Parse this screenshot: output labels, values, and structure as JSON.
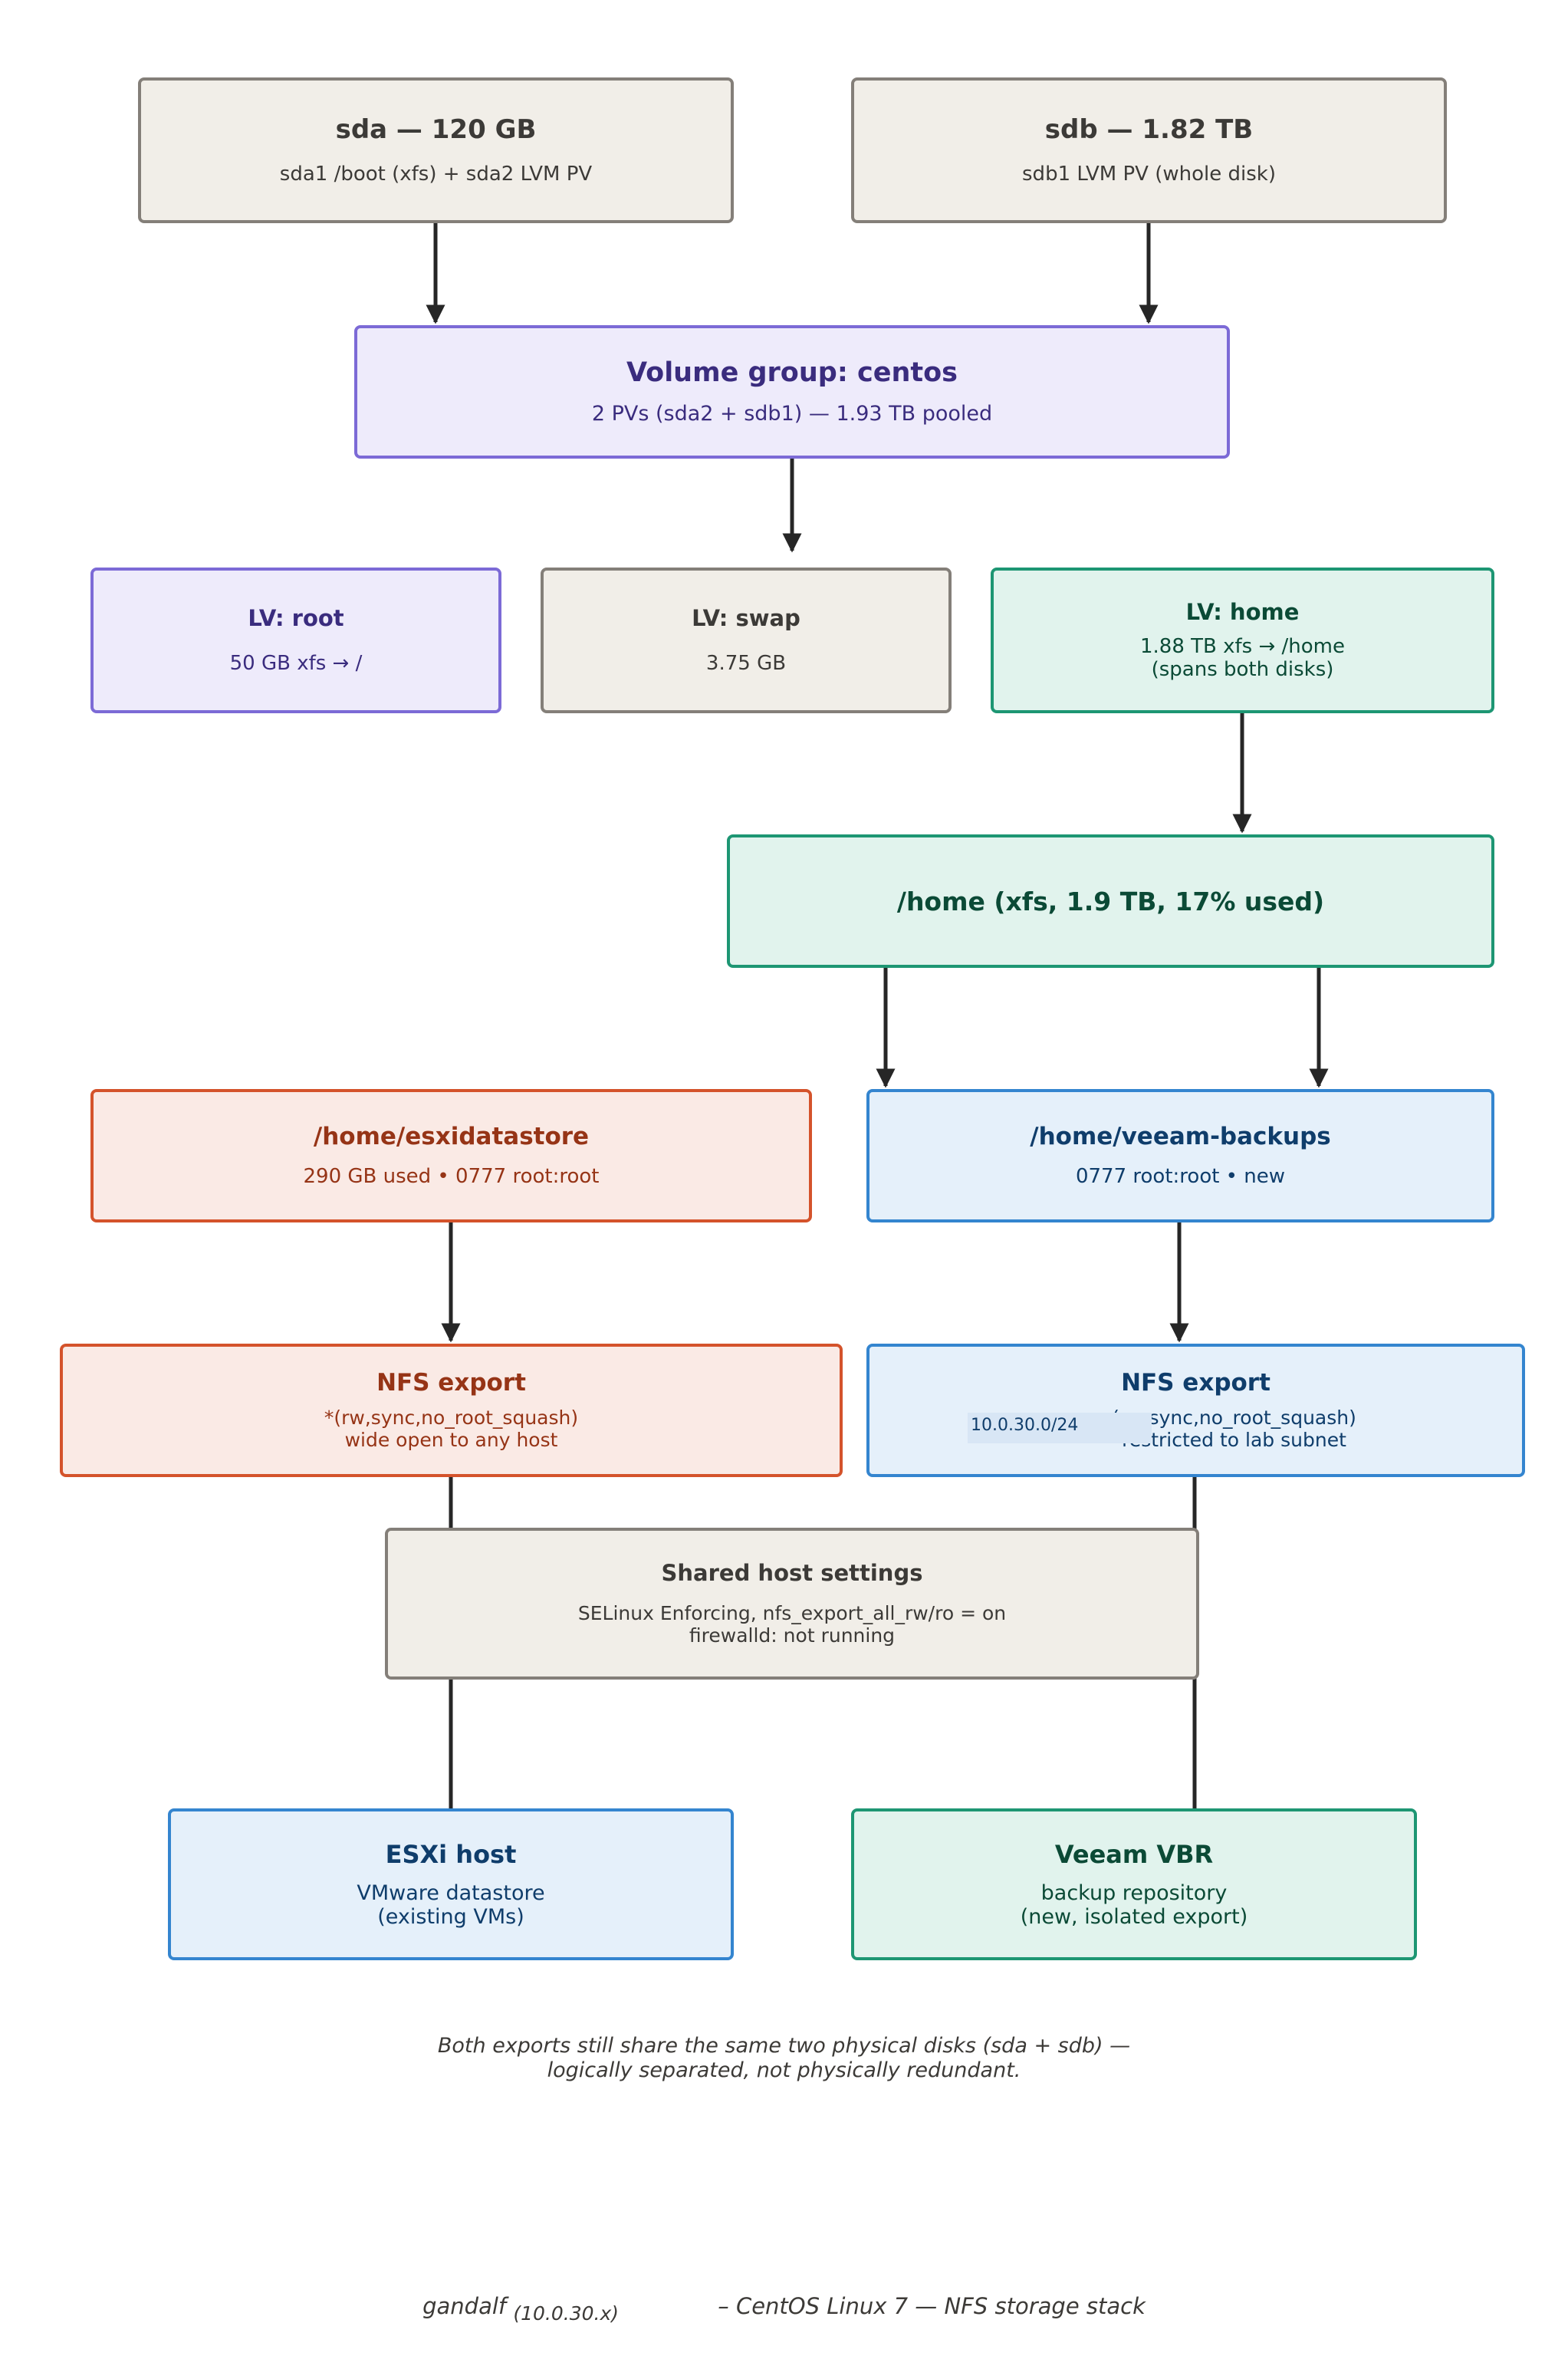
{
  "nodes": {
    "sda": {
      "title": "sda — 120 GB",
      "sub": "sda1 /boot (xfs) + sda2 LVM PV"
    },
    "sdb": {
      "title": "sdb — 1.82 TB",
      "sub": "sdb1 LVM PV (whole disk)"
    },
    "vg": {
      "title": "Volume group: centos",
      "sub": "2 PVs (sda2 + sdb1) — 1.93 TB pooled"
    },
    "lv_root": {
      "title": "LV: root",
      "sub": "50 GB xfs → /"
    },
    "lv_swap": {
      "title": "LV: swap",
      "sub": "3.75 GB"
    },
    "lv_home": {
      "title": "LV: home",
      "sub": "1.88 TB xfs → /home\n(spans both disks)"
    },
    "home_fs": {
      "title": "/home  (xfs, 1.9 TB, 17% used)"
    },
    "esxi_ds": {
      "title": "/home/esxidatastore",
      "sub": "290 GB used • 0777 root:root"
    },
    "veeam_dir": {
      "title": "/home/veeam-backups",
      "sub": "0777 root:root • new"
    },
    "nfs_esxi": {
      "title": "NFS export",
      "sub": "*(rw,sync,no_root_squash)\nwide open to any host"
    },
    "nfs_veeam": {
      "title": "NFS export",
      "subnet": "10.0.30.0/24",
      "sub": "(rw,sync,no_root_squash)\nrestricted to lab subnet"
    },
    "shared": {
      "title": "Shared host settings",
      "sub": "SELinux Enforcing, nfs_export_all_rw/ro = on\nfirewalld: not running"
    },
    "esxi_host": {
      "title": "ESXi host",
      "sub": "VMware datastore\n(existing VMs)"
    },
    "veeam_vbr": {
      "title": "Veeam VBR",
      "sub": "backup repository\n(new, isolated export)"
    }
  },
  "caption": "Both exports still share the same two physical disks (sda + sdb) —\nlogically separated, not physically redundant.",
  "footer": {
    "host": "gandalf",
    "ip": "(10.0.30.x)",
    "rest": "– CentOS Linux 7 — NFS storage stack"
  },
  "colors": {
    "gray_fill": "#f1eee8",
    "gray_border": "#847f79",
    "purple_fill": "#eeebfb",
    "purple_border": "#7c6ad6",
    "green_fill": "#e1f3ed",
    "green_border": "#1d9673",
    "orange_fill": "#faeae5",
    "orange_border": "#d4532b",
    "blue_fill": "#e5f0fa",
    "blue_border": "#3485cf",
    "edge": "#262626"
  }
}
